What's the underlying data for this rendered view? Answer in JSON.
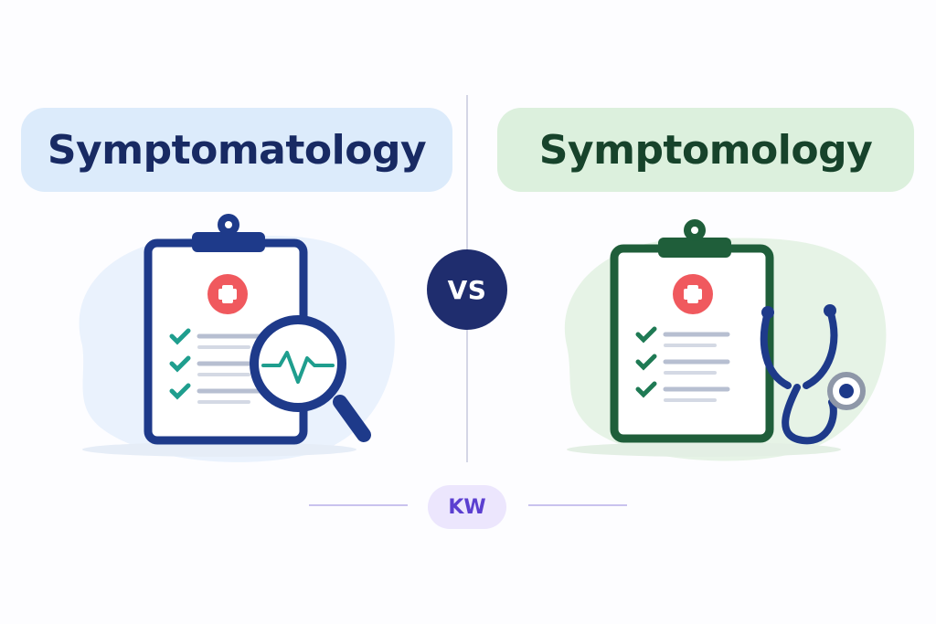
{
  "left": {
    "title": "Symptomatology",
    "color": "#1e3a8a",
    "icons": [
      "clipboard-icon",
      "medical-cross-icon",
      "checkmark-icon",
      "magnifying-glass-icon",
      "heartbeat-icon"
    ]
  },
  "right": {
    "title": "Symptomology",
    "color": "#1f5e3a",
    "icons": [
      "clipboard-icon",
      "medical-cross-icon",
      "checkmark-icon",
      "stethoscope-icon"
    ]
  },
  "center": {
    "vs_label": "VS",
    "badge_label": "KW"
  },
  "colors": {
    "left_pill_bg": "#dcebfb",
    "right_pill_bg": "#dcf0dd",
    "vs_bg": "#1f2d6e",
    "cross_red": "#f0595e",
    "check_teal": "#1f9e8e",
    "badge_bg": "#ece6fd",
    "badge_text": "#5b3fd0"
  }
}
